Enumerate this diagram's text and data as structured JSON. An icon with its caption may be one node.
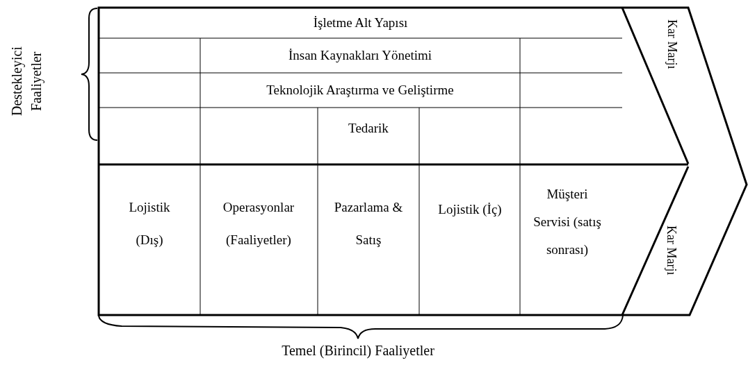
{
  "diagram": {
    "nodes": [
      {
        "text": [
          "İşletme Alt Yapısı"
        ]
      },
      {
        "text": [
          "İnsan Kaynakları Yönetimi"
        ]
      },
      {
        "text": [
          "Teknolojik Araştırma ve  Geliştirme"
        ]
      },
      {
        "text": [
          "Tedarik"
        ]
      },
      {
        "text": [
          "Kar Marjı"
        ]
      },
      {
        "text": [
          "Lojistik (Dış)"
        ]
      },
      {
        "text": [
          "Operasyonlar (Faaliyetler)"
        ]
      },
      {
        "text": [
          "Pazarlama & Satış"
        ]
      },
      {
        "text": [
          "Lojistik (İç)"
        ]
      },
      {
        "text": [
          "Müşteri Servisi (satış sonrası)"
        ]
      },
      {
        "text": [
          "Kar Marjı"
        ]
      }
    ],
    "labels": [
      "Destekleyici Faaliyetler",
      "Temel (Birincil) Faaliyetler"
    ]
  }
}
